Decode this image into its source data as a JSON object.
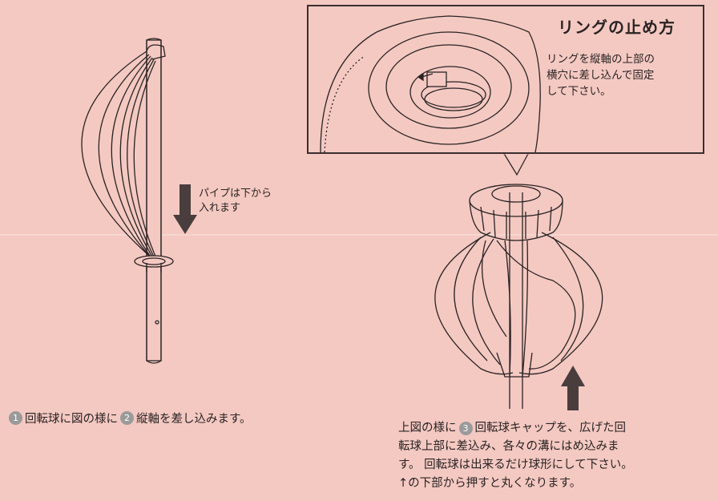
{
  "callout": {
    "title": "リングの止め方",
    "lines": [
      "リングを縦軸の上部の",
      "横穴に差し込んで固定",
      "して下さい。"
    ]
  },
  "arrow_note": {
    "lines": [
      "パイプは下から",
      "入れます"
    ]
  },
  "step1": {
    "badge_a": "1",
    "part_a": "回転球に図の様に",
    "badge_b": "2",
    "part_b": "縦軸を差し込みます。"
  },
  "step3": {
    "line1_prefix": "上図の様に",
    "badge": "3",
    "line1_suffix": "回転球キャップを、広げた回",
    "line2": "転球上部に差込み、各々の溝にはめ込みま",
    "line3": "す。 回転球は出来るだけ球形にして下さい。",
    "line4": "↑の下部から押すと丸くなります。"
  },
  "colors": {
    "background": "#f4c9c2",
    "ink": "#2a2323",
    "badge": "#9a9a9a"
  }
}
